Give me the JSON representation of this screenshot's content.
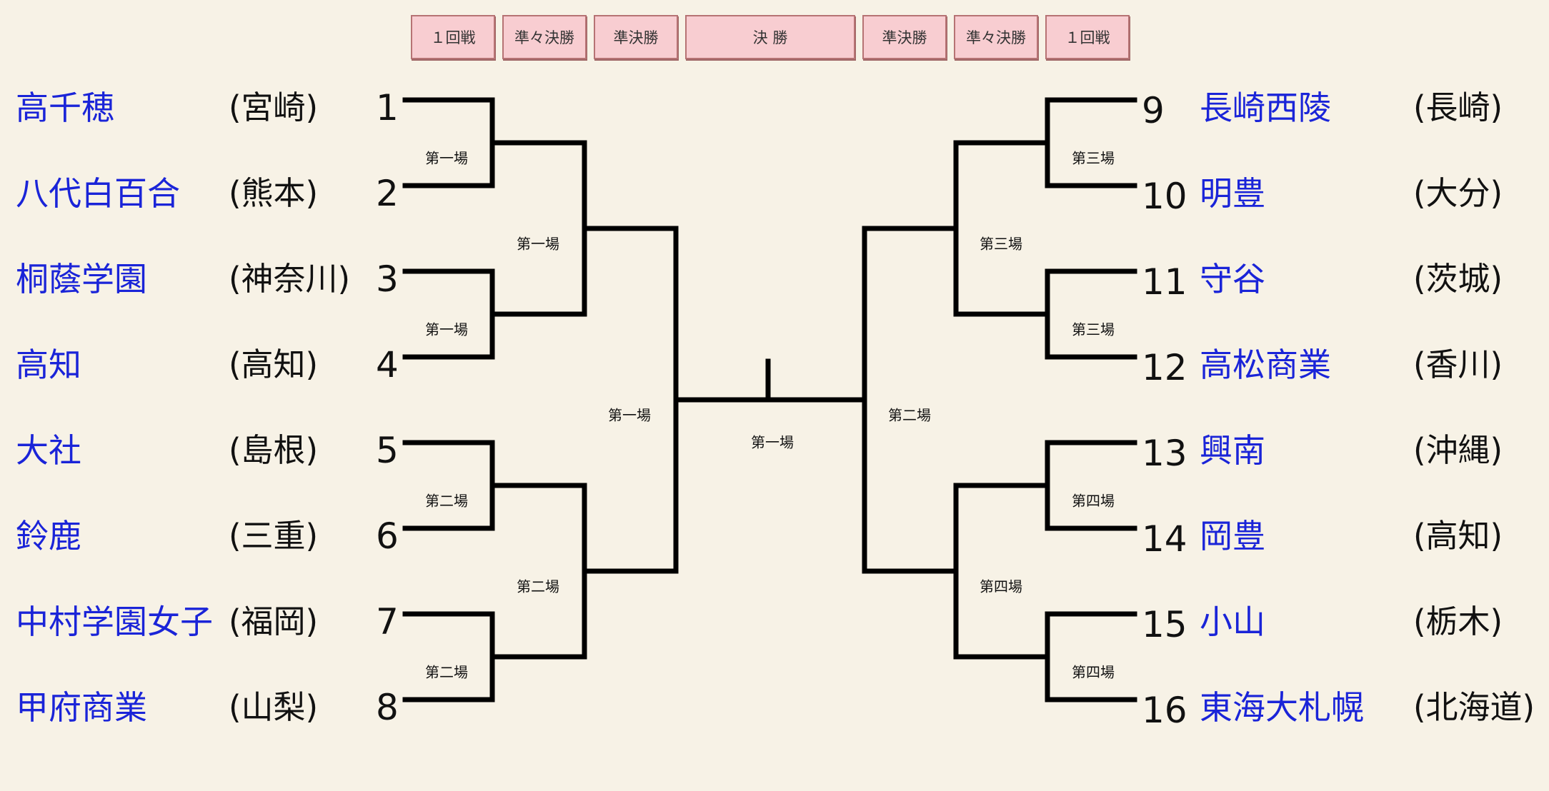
{
  "rounds": [
    "１回戦",
    "準々決勝",
    "準決勝",
    "決 勝",
    "準決勝",
    "準々決勝",
    "１回戦"
  ],
  "left_teams": [
    {
      "seed": "1",
      "school": "高千穂",
      "pref": "(宮崎)"
    },
    {
      "seed": "2",
      "school": "八代白百合",
      "pref": "(熊本)"
    },
    {
      "seed": "3",
      "school": "桐蔭学園",
      "pref": "(神奈川)"
    },
    {
      "seed": "4",
      "school": "高知",
      "pref": "(高知)"
    },
    {
      "seed": "5",
      "school": "大社",
      "pref": "(島根)"
    },
    {
      "seed": "6",
      "school": "鈴鹿",
      "pref": "(三重)"
    },
    {
      "seed": "7",
      "school": "中村学園女子",
      "pref": "(福岡)"
    },
    {
      "seed": "8",
      "school": "甲府商業",
      "pref": "(山梨)"
    }
  ],
  "right_teams": [
    {
      "seed": "9",
      "school": "長崎西陵",
      "pref": "(長崎)"
    },
    {
      "seed": "10",
      "school": "明豊",
      "pref": "(大分)"
    },
    {
      "seed": "11",
      "school": "守谷",
      "pref": "(茨城)"
    },
    {
      "seed": "12",
      "school": "高松商業",
      "pref": "(香川)"
    },
    {
      "seed": "13",
      "school": "興南",
      "pref": "(沖縄)"
    },
    {
      "seed": "14",
      "school": "岡豊",
      "pref": "(高知)"
    },
    {
      "seed": "15",
      "school": "小山",
      "pref": "(栃木)"
    },
    {
      "seed": "16",
      "school": "東海大札幌",
      "pref": "(北海道)"
    }
  ],
  "venues": {
    "left_r1": [
      "第一場",
      "第一場",
      "第二場",
      "第二場"
    ],
    "left_qf": [
      "第一場",
      "第二場"
    ],
    "left_sf": "第一場",
    "final": "第一場",
    "right_sf": "第二場",
    "right_qf": [
      "第三場",
      "第四場"
    ],
    "right_r1": [
      "第三場",
      "第三場",
      "第四場",
      "第四場"
    ]
  },
  "colors": {
    "background": "#f7f2e6",
    "school_text": "#1a24d8",
    "round_button_fill": "#f8cdd1",
    "round_button_border": "#b67374",
    "bracket_line": "#000000"
  }
}
